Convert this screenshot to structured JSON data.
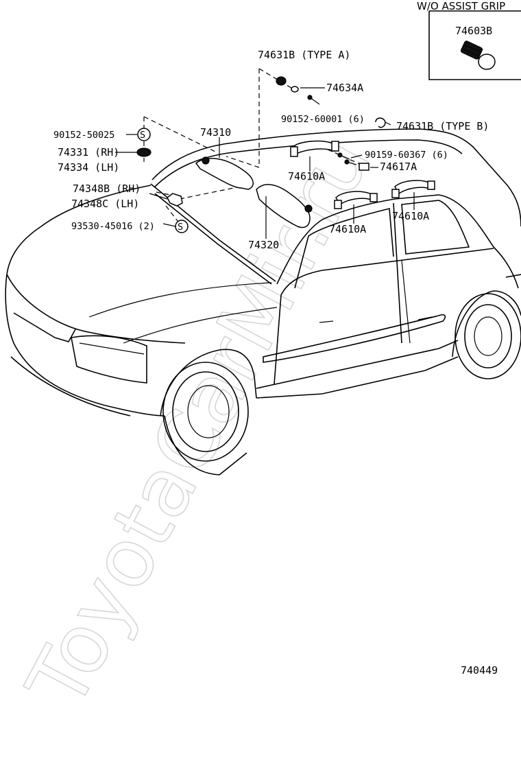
{
  "diagram": {
    "inset_header": "W/O ASSIST GRIP",
    "drawing_number": "740449",
    "watermark": "ToyotaCarMir.ru",
    "labels": {
      "p74603B": "74603B",
      "p74631B_a": "74631B (TYPE A)",
      "p74634A": "74634A",
      "p90152_60001": "90152-60001 (6)",
      "p74631B_b": "74631B (TYPE B)",
      "p90152_50025": "90152-50025",
      "p74331": "74331 (RH)",
      "p74334": "74334 (LH)",
      "p74310": "74310",
      "p90159_60367": "90159-60367 (6)",
      "p74617A": "74617A",
      "p74610A_top": "74610A",
      "p74348B": "74348B (RH)",
      "p74348C": "74348C (LH)",
      "p74610A_mid": "74610A",
      "p74610A_right": "74610A",
      "p93530_45016": "93530-45016 (2)",
      "p74320": "74320"
    }
  }
}
